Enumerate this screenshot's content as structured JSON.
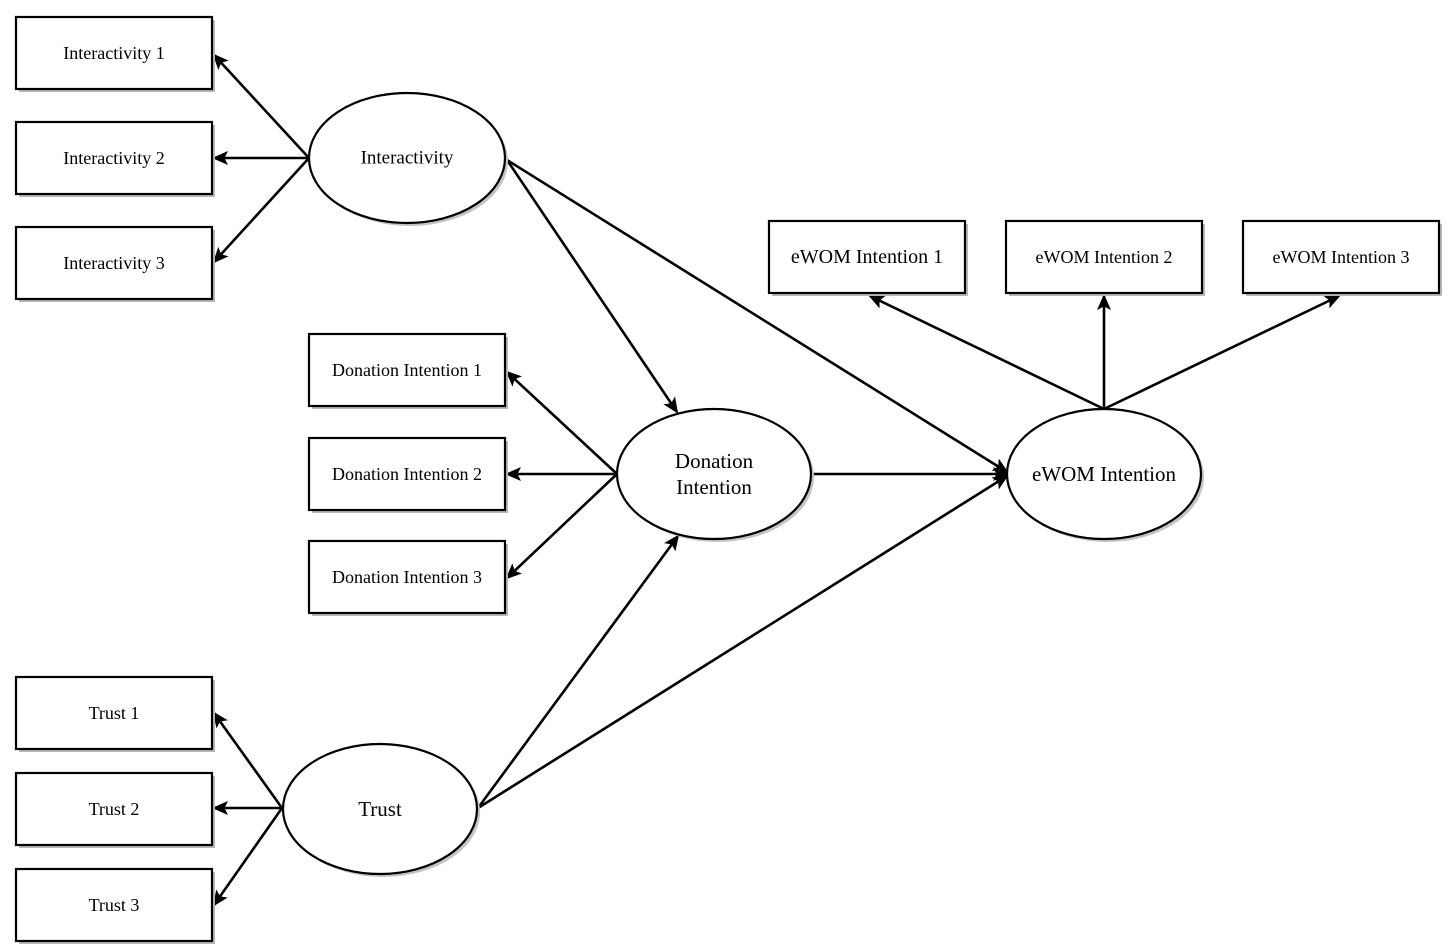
{
  "indicators": {
    "interactivity_1": "Interactivity 1",
    "interactivity_2": "Interactivity 2",
    "interactivity_3": "Interactivity 3",
    "donation_intention_1": "Donation Intention 1",
    "donation_intention_2": "Donation Intention 2",
    "donation_intention_3": "Donation Intention 3",
    "trust_1": "Trust 1",
    "trust_2": "Trust 2",
    "trust_3": "Trust 3",
    "ewom_intention_1": "eWOM Intention 1",
    "ewom_intention_2": "eWOM Intention 2",
    "ewom_intention_3": "eWOM Intention 3"
  },
  "constructs": {
    "interactivity": "Interactivity",
    "donation_line1": "Donation",
    "donation_line2": "Intention",
    "ewom_intention": "eWOM Intention",
    "trust": "Trust"
  },
  "colors": {
    "stroke": "#000000",
    "fill": "#ffffff",
    "shadow": "#b8b8b8"
  }
}
